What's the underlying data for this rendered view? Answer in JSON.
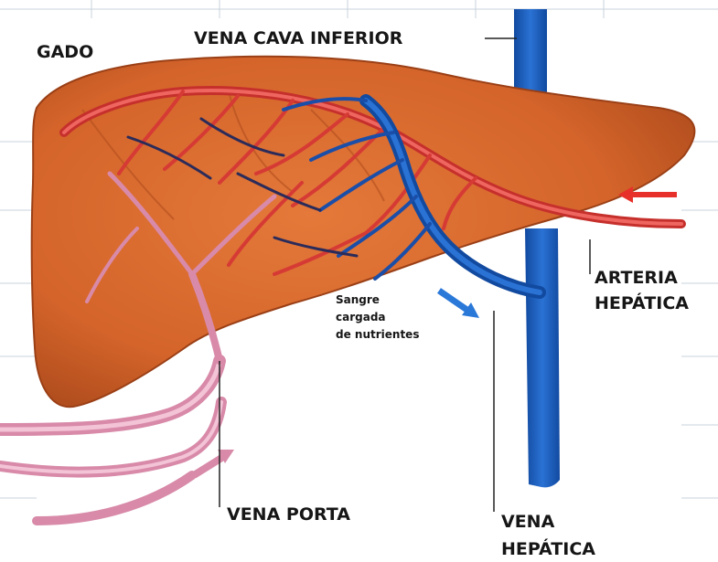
{
  "labels": {
    "higado": "GADO",
    "vena_cava": "VENA CAVA INFERIOR",
    "arteria_line1": "ARTERIA",
    "arteria_line2": "HEPÁTICA",
    "sangre_line1": "Sangre",
    "sangre_line2": "cargada",
    "sangre_line3": "de nutrientes",
    "vena_porta": "VENA PORTA",
    "vena_hepatica_line1": "VENA",
    "vena_hepatica_line2": "HEPÁTICA"
  },
  "colors": {
    "liver": "#d8682a",
    "liver_dark": "#a8461a",
    "vein_blue": "#1c5fc4",
    "artery_red": "#e0403a",
    "portal_pink": "#d88aa8",
    "arrow_red": "#e8302a",
    "arrow_blue": "#2a78d8",
    "arrow_pink": "#d88aa8",
    "grid": "#c9d3dc"
  }
}
